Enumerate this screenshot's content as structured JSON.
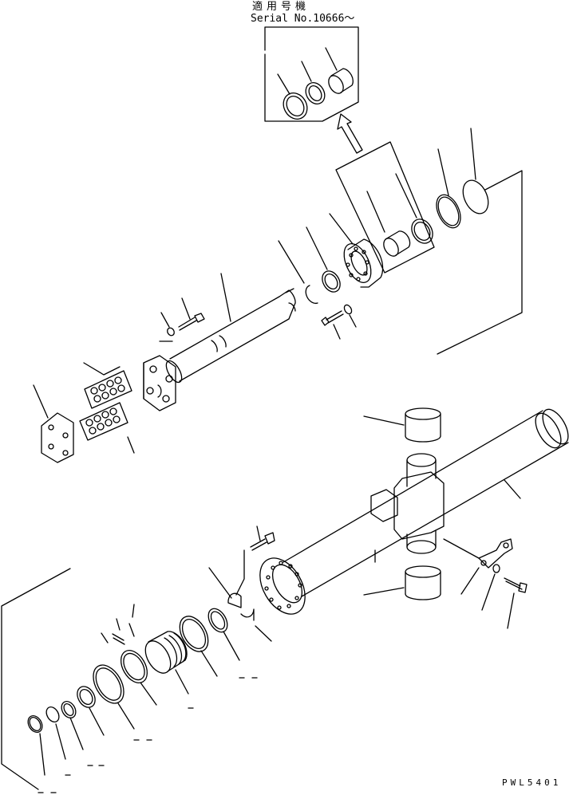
{
  "header": {
    "applicable_label": "適用号機",
    "serial_label": "Serial No.10666～"
  },
  "footer": {
    "drawing_code": "PWL5401"
  },
  "colors": {
    "ink": "#000000",
    "paper": "#ffffff"
  }
}
